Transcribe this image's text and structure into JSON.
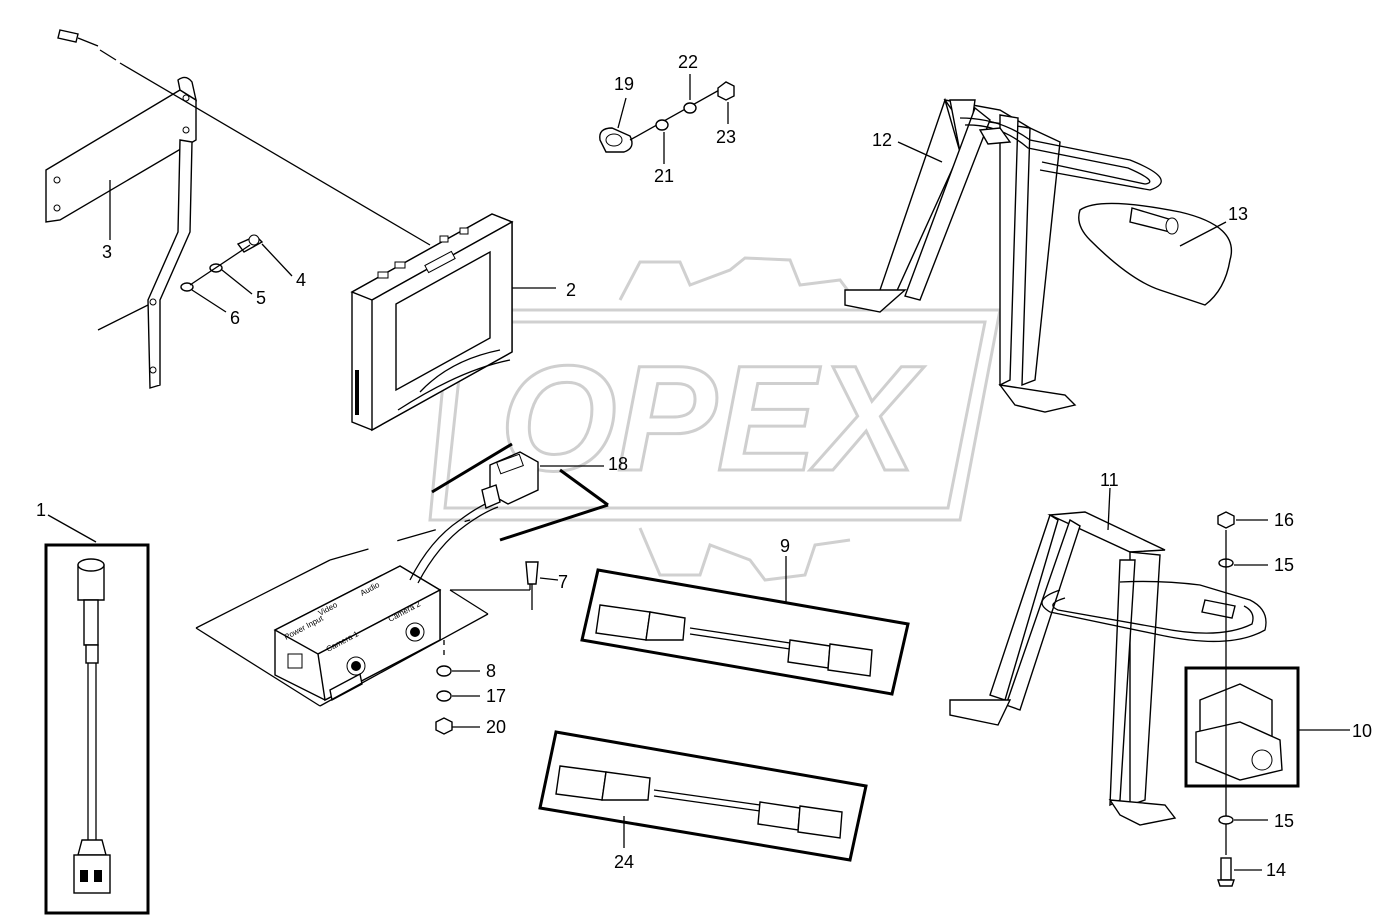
{
  "watermark": {
    "text": "OPEX",
    "color": "#cfcfcf"
  },
  "monitor_brand_text": "",
  "control_box": {
    "power_input": "Power Input",
    "video": "Video",
    "audio": "Audio",
    "camera1": "Camera 1",
    "camera2": "Camera 2"
  },
  "callouts": {
    "c1": "1",
    "c2": "2",
    "c3": "3",
    "c4": "4",
    "c5": "5",
    "c6": "6",
    "c7": "7",
    "c8": "8",
    "c9": "9",
    "c10": "10",
    "c11": "11",
    "c12": "12",
    "c13": "13",
    "c14": "14",
    "c15a": "15",
    "c15b": "15",
    "c16": "16",
    "c17": "17",
    "c18": "18",
    "c19": "19",
    "c20": "20",
    "c21": "21",
    "c22": "22",
    "c23": "23",
    "c24": "24"
  }
}
